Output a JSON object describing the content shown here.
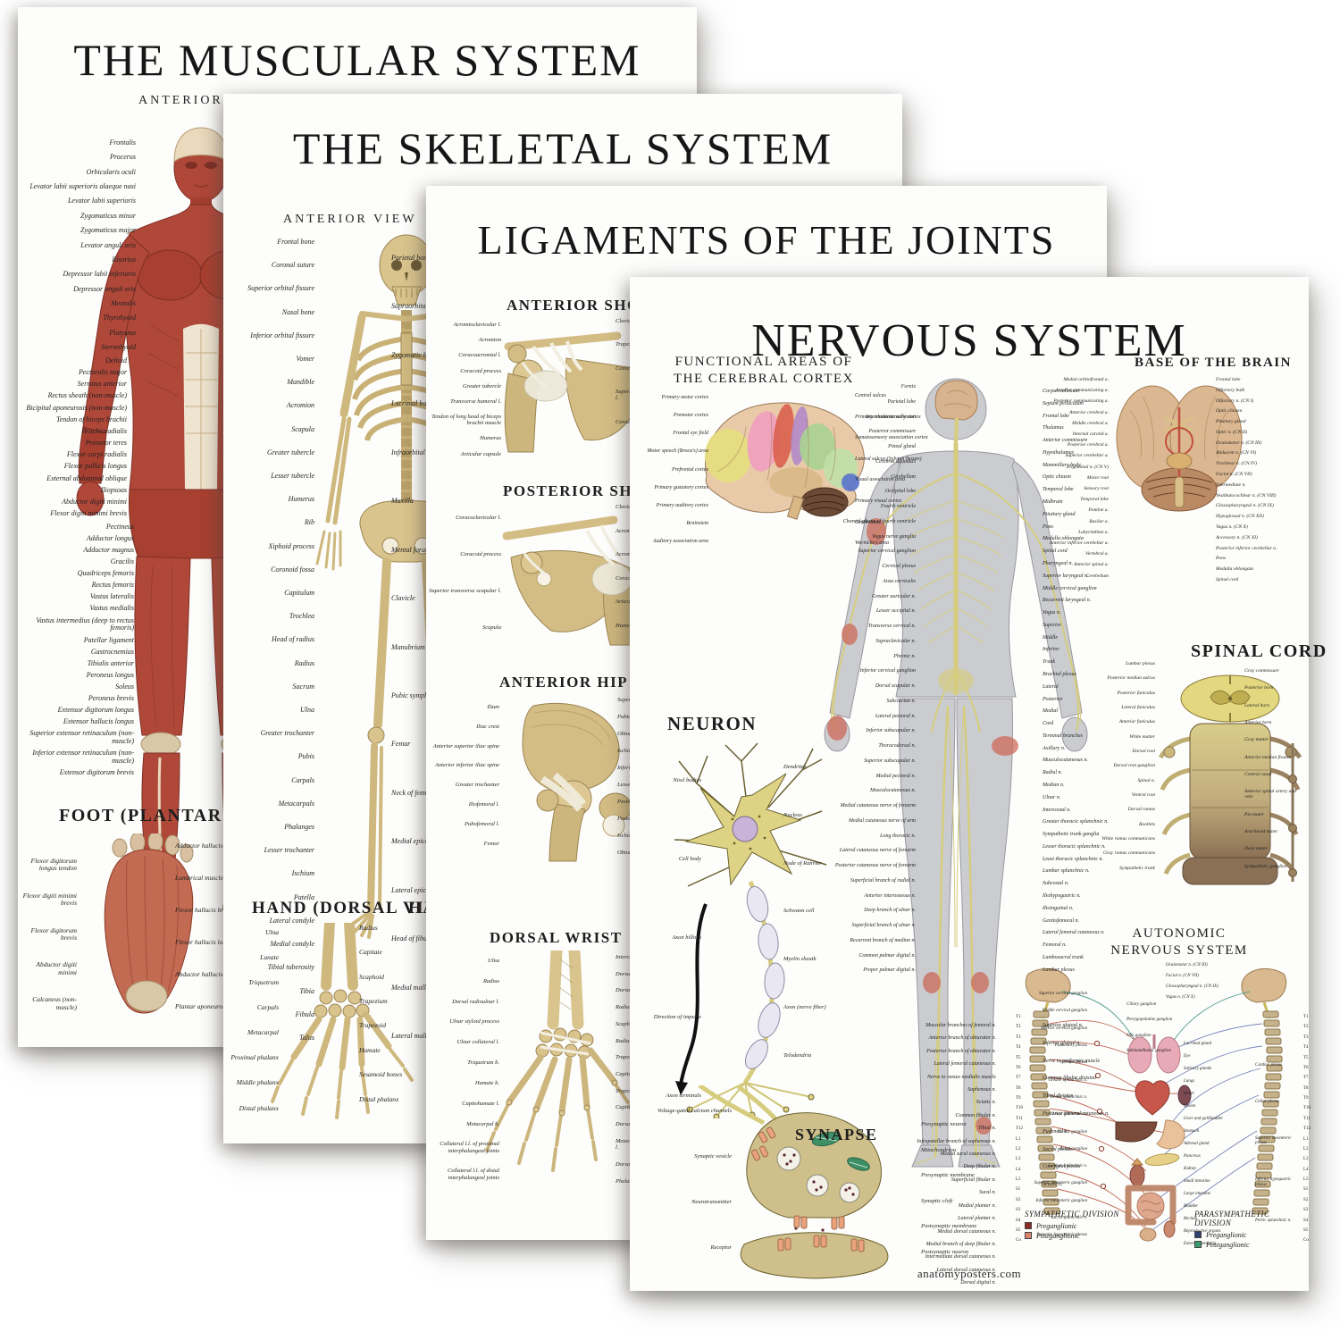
{
  "palette": {
    "poster_bg": "#fdfdfc",
    "ink": "#161616",
    "muscle_red": "#b0483a",
    "tendon_cream": "#ead9bd",
    "bone_tan": "#d4bd85",
    "nerve_yellow": "#d6cc7e",
    "body_gray": "#cbccd0",
    "brain_pink": "#ef9fbe",
    "brain_red": "#d95f4d",
    "brain_yellow": "#e6df7d",
    "brain_green": "#a9d391",
    "brain_blue": "#5f78c9",
    "sympathetic_preganglionic": "#8d2a23",
    "sympathetic_postganglionic": "#d9836c",
    "parasympathetic_preganglionic": "#31406e",
    "parasympathetic_postganglionic": "#3d9b72"
  },
  "footer": {
    "site": "anatomyposters.com"
  },
  "posters": {
    "muscular": {
      "title": "THE MUSCULAR SYSTEM",
      "subtitle": "ANTERIOR VIEW",
      "labels_head": [
        "Frontalis",
        "Procerus",
        "Orbicularis oculi",
        "Levator labii superioris alaeque nasi",
        "Levator labii superioris",
        "Zygomaticus minor",
        "Zygomaticus major",
        "Levator anguli oris",
        "Risorius",
        "Depressor labii inferioris",
        "Depressor anguli oris",
        "Mentalis",
        "Thyrohyoid",
        "Platysma",
        "Sternohyoid"
      ],
      "labels_torso": [
        "Deltoid",
        "Pectoralis major",
        "Serratus anterior",
        "Rectus sheath (non-muscle)",
        "Bicipital aponeurosis (non-muscle)",
        "Tendon of biceps brachii",
        "Brachioradialis",
        "Pronator teres",
        "Flexor carpi radialis",
        "Flexor pollicis longus",
        "External abdominal oblique",
        "Iliopsoas",
        "Abductor digiti minimi",
        "Flexor digiti minimi brevis"
      ],
      "labels_leg": [
        "Pectineus",
        "Adductor longus",
        "Adductor magnus",
        "Gracilis",
        "Quadriceps femoris",
        "Rectus femoris",
        "Vastus lateralis",
        "Vastus medialis",
        "Vastus intermedius (deep to rectus femoris)",
        "Patellar ligament",
        "Gastrocnemius",
        "Tibialis anterior",
        "Peroneus longus",
        "Soleus",
        "Peroneus brevis",
        "Extensor digitorum longus",
        "Extensor hallucis longus",
        "Superior extensor retinaculum (non-muscle)",
        "Inferior extensor retinaculum (non-muscle)",
        "Extensor digitorum brevis"
      ],
      "foot": {
        "title": "FOOT (PLANTAR VIEW)",
        "labels_left": [
          "Flexor digitorum longus tendon",
          "Flexor digiti minimi brevis",
          "Flexor digitorum brevis",
          "Abductor digiti minimi",
          "Calcaneus (non-muscle)"
        ],
        "labels_right": [
          "Adductor hallucis – transverse head",
          "Lumbrical muscles",
          "Flexor hallucis brevis",
          "Flexor hallucis longus tendon",
          "Abductor hallucis",
          "Plantar aponeurosis (non-muscle)"
        ]
      }
    },
    "skeletal": {
      "title": "THE SKELETAL SYSTEM",
      "subtitle": "ANTERIOR VIEW",
      "labels_left": [
        "Frontal bone",
        "Coronal suture",
        "Superior orbital fissure",
        "Nasal bone",
        "Inferior orbital fissure",
        "Vomer",
        "Mandible",
        "Acromion",
        "Scapula",
        "Greater tubercle",
        "Lesser tubercle",
        "Humerus",
        "Rib",
        "Xiphoid process",
        "Coronoid fossa",
        "Capitulum",
        "Trochlea",
        "Head of radius",
        "Radius",
        "Sacrum",
        "Ulna",
        "Greater trochanter",
        "Pubis",
        "Carpals",
        "Metacarpals",
        "Phalanges",
        "Lesser trochanter",
        "Ischium",
        "Patella",
        "Lateral condyle",
        "Medial condyle",
        "Tibial tuberosity",
        "Tibia",
        "Fibula",
        "Talus"
      ],
      "labels_right": [
        "Parietal bone",
        "Supraorbital fissure",
        "Zygomatic bone",
        "Lacrimal bone",
        "Infraorbital foramen",
        "Maxilla",
        "Mental foramen",
        "Clavicle",
        "Manubrium",
        "Pubic symphysis",
        "Femur",
        "Neck of femur",
        "Medial epicondyle",
        "Lateral epicondyle",
        "Head of fibula",
        "Medial malleolus",
        "Lateral malleolus"
      ],
      "hand": {
        "title": "HAND (DORSAL VIEW)",
        "title_partial": "HAND (PALMAR VIEW)",
        "labels_left": [
          "Ulna",
          "Lunate",
          "Triquetrum",
          "Carpals",
          "Metacarpal",
          "Proximal phalanx",
          "Middle phalanx",
          "Distal phalanx"
        ],
        "labels_right": [
          "Radius",
          "Capitate",
          "Scaphoid",
          "Trapezium",
          "Trapezoid",
          "Hamate",
          "Sesamoid bones",
          "Distal phalanx"
        ]
      }
    },
    "ligaments": {
      "title": "LIGAMENTS OF THE JOINTS",
      "anterior_shoulder": {
        "title": "ANTERIOR SHOULDER",
        "labels_left": [
          "Acromioclavicular l.",
          "Acromion",
          "Coracoacromial l.",
          "Coracoid process",
          "Greater tubercle",
          "Transverse humeral l.",
          "Tendon of long head of biceps brachii muscle",
          "Humerus",
          "Articular capsule"
        ],
        "labels_right": [
          "Clavicle",
          "Trapezoid l.",
          "Conoid l.",
          "Superior transverse scapular l.",
          "Coracohumeral l."
        ]
      },
      "posterior_shoulder": {
        "title": "POSTERIOR SHOULDER",
        "labels_left": [
          "Coracoclavicular l.",
          "Coracoid process",
          "Superior transverse scapular l.",
          "Scapula"
        ],
        "labels_right": [
          "Clavicle",
          "Acromioclavicular l.",
          "Acromion",
          "Coracohumeral l.",
          "Articular capsule",
          "Humerus"
        ]
      },
      "anterior_hip": {
        "title": "ANTERIOR HIP",
        "labels_left": [
          "Ilium",
          "Iliac crest",
          "Anterior superior iliac spine",
          "Anterior inferior iliac spine",
          "Greater trochanter",
          "Iliofemoral l.",
          "Pubofemoral l.",
          "Femur"
        ],
        "labels_right": [
          "Superior pubic ramus",
          "Pubic tubercle",
          "Obturator membrane",
          "Ischium",
          "Inferior pubic ramus",
          "Lesser trochanter",
          "Posterior superior iliac spine",
          "Posterior inferior iliac spine",
          "Ischial spine",
          "Obturator foramen"
        ]
      },
      "dorsal_wrist": {
        "title": "DORSAL WRIST",
        "labels_left": [
          "Ulna",
          "Radius",
          "Dorsal radioulnar l.",
          "Ulnar styloid process",
          "Ulnar collateral l.",
          "Triquetrum b.",
          "Hamate b.",
          "Capitohamate l.",
          "Metacarpal b.",
          "Collateral l.l. of proximal interphalangeal joints",
          "Collateral l.l. of distal interphalangeal joints"
        ],
        "labels_right": [
          "Interosseous membrane",
          "Dorsal radiocarpal l.",
          "Dorsal intercarpal l.",
          "Radial styloid process",
          "Scaphoid b.",
          "Radial collateral l.",
          "Trapezium b.",
          "Capitotrapezoid l.",
          "Trapezoid b.",
          "Capitate b.",
          "Dorsal carpometacarpal l.l.",
          "Metacarpophalangeal collateral l.",
          "Dorsal metacarpal l.l.",
          "Phalanges"
        ]
      }
    },
    "nervous": {
      "title": "NERVOUS SYSTEM",
      "cortex": {
        "title_line1": "FUNCTIONAL AREAS OF",
        "title_line2": "THE CEREBRAL CORTEX",
        "labels_left": [
          "Primary motor cortex",
          "Premotor cortex",
          "Frontal eye field",
          "Motor speech (Broca's) area",
          "Prefrontal cortex",
          "Primary gustatory cortex",
          "Primary auditory cortex",
          "Brainstem",
          "Auditory association area"
        ],
        "labels_right": [
          "Central sulcus",
          "Primary somatosensory cortex",
          "Somatosensory association cortex",
          "Lateral sulcus (Sylvian fissure)",
          "Visual association area",
          "Primary visual cortex",
          "Cerebellum",
          "Wernicke's area"
        ]
      },
      "base": {
        "title": "BASE OF THE BRAIN",
        "labels_left": [
          "Medial orbitofrontal a.",
          "Anterior communicating a.",
          "Posterior communicating a.",
          "Anterior cerebral a.",
          "Middle cerebral a.",
          "Internal carotid a.",
          "Posterior cerebral a.",
          "Superior cerebellar a.",
          "Trigeminal n. (CN V)",
          "Motor root",
          "Sensory root",
          "Temporal lobe",
          "Pontine a.",
          "Basilar a.",
          "Labyrinthine a.",
          "Anterior inferior cerebellar a.",
          "Vertebral a.",
          "Anterior spinal a.",
          "Cerebellum"
        ],
        "labels_right": [
          "Frontal lobe",
          "Olfactory bulb",
          "Olfactory n. (CN I)",
          "Optic chiasm",
          "Pituitary gland",
          "Optic n. (CN II)",
          "Oculomotor n. (CN III)",
          "Abducent n. (CN VI)",
          "Trochlear n. (CN IV)",
          "Facial n. (CN VII)",
          "Intermediate n.",
          "Vestibulocochlear n. (CN VIII)",
          "Glossopharyngeal n. (CN IX)",
          "Hypoglossal n. (CN XII)",
          "Vagus n. (CN X)",
          "Accessory n. (CN XI)",
          "Posterior inferior cerebellar a.",
          "Pons",
          "Medulla oblongata",
          "Spinal cord"
        ]
      },
      "body": {
        "labels_upper_left": [
          "Fornix",
          "Parietal lobe",
          "Interthalamic adhesion",
          "Posterior commissure",
          "Pineal gland",
          "Cerebral aqueduct",
          "Cerebellum",
          "Occipital lobe",
          "Fourth ventricle",
          "Choroid plexus of fourth ventricle",
          "Vagus nerve ganglia",
          "Superior cervical ganglion",
          "Cervical plexus",
          "Ansa cervicalis",
          "Greater auricular n.",
          "Lesser occipital n.",
          "Transverse cervical n.",
          "Supraclavicular n.",
          "Phrenic n.",
          "Inferior cervical ganglion",
          "Dorsal scapular n.",
          "Subclavian n.",
          "Lateral pectoral n.",
          "Inferior subscapular n.",
          "Thoracodorsal n.",
          "Superior subscapular n.",
          "Medial pectoral n.",
          "Musculocutaneous n.",
          "Medial cutaneous nerve of forearm",
          "Medial cutaneous nerve of arm",
          "Long thoracic n.",
          "Lateral cutaneous nerve of forearm",
          "Posterior cutaneous nerve of forearm",
          "Superficial branch of radial n.",
          "Anterior interosseous n.",
          "Deep branch of ulnar n.",
          "Superficial branch of ulnar n.",
          "Recurrent branch of median n.",
          "Common palmar digital n.",
          "Proper palmar digital n."
        ],
        "labels_upper_right": [
          "Corpus callosum",
          "Septum pellucidum",
          "Frontal lobe",
          "Thalamus",
          "Anterior commissure",
          "Hypothalamus",
          "Mammillary body",
          "Optic chiasm",
          "Temporal lobe",
          "Midbrain",
          "Pituitary gland",
          "Pons",
          "Medulla oblongata",
          "Spinal cord",
          "Pharyngeal n.",
          "Superior laryngeal n.",
          "Middle cervical ganglion",
          "Recurrent laryngeal n.",
          "Vagus n.",
          "Superior",
          "Middle",
          "Inferior",
          "Trunk",
          "Brachial plexus",
          "Lateral",
          "Posterior",
          "Medial",
          "Cord",
          "Terminal branches",
          "Axillary n.",
          "Musculocutaneous n.",
          "Radial n.",
          "Median n.",
          "Ulnar n.",
          "Intercostal n.",
          "Greater thoracic splanchnic n.",
          "Sympathetic trunk ganglia",
          "Lesser thoracic splanchnic n.",
          "Least thoracic splanchnic n.",
          "Lumbar splanchnic n.",
          "Subcostal n.",
          "Iliohypogastric n.",
          "Ilioinguinal n.",
          "Genitofemoral n.",
          "Lateral femoral cutaneous n.",
          "Femoral n.",
          "Lumbosacral trunk",
          "Lumbar plexus"
        ],
        "labels_lower_left": [
          "Muscular branches of femoral n.",
          "Anterior branch of obturator n.",
          "Posterior branch of obturator n.",
          "Lateral femoral cutaneous n.",
          "Nerve to vastus medialis muscle",
          "Saphenous n.",
          "Sciatic n.",
          "Common fibular n.",
          "Tibial n.",
          "Infrapatellar branch of saphenous n.",
          "Medial sural cutaneous n.",
          "Deep fibular n.",
          "Superficial fibular n.",
          "Sural n.",
          "Medial plantar n.",
          "Lateral plantar n.",
          "Medial dorsal cutaneous n.",
          "Medial branch of deep fibular n.",
          "Intermediate dorsal cutaneous n.",
          "Lateral dorsal cutaneous n.",
          "Dorsal digital n."
        ],
        "labels_lower_right": [
          "Superior gluteal n.",
          "Inferior gluteal n.",
          "Nerve to piriformis muscle",
          "Common fibular division",
          "Tibial division",
          "Posterior femoral cutaneous n.",
          "Pudendal n.",
          "Sacral plexus",
          "Coccygeal plexus",
          "Sciatic n."
        ]
      },
      "neuron": {
        "title": "NEURON",
        "labels_left": [
          "Nissl bodies",
          "Cell body",
          "Axon hillock",
          "Direction of impulse",
          "Axon terminals"
        ],
        "labels_right": [
          "Dendrites",
          "Nucleus",
          "Node of Ranvier",
          "Schwann cell",
          "Myelin sheath",
          "Axon (nerve fiber)",
          "Telodendria"
        ]
      },
      "spinal": {
        "title": "SPINAL CORD",
        "labels_left": [
          "Lumbar plexus",
          "Posterior median sulcus",
          "Posterior funiculus",
          "Lateral funiculus",
          "Anterior funiculus",
          "White matter",
          "Dorsal root",
          "Dorsal root ganglion",
          "Spinal n.",
          "Ventral root",
          "Dorsal ramus",
          "Rootlets",
          "White ramus communicans",
          "Gray ramus communicans",
          "Sympathetic trunk"
        ],
        "labels_right": [
          "Gray commissure",
          "Posterior horn",
          "Lateral horn",
          "Anterior horn",
          "Gray matter",
          "Anterior median fissure",
          "Central canal",
          "Anterior spinal artery and vein",
          "Pia mater",
          "Arachnoid mater",
          "Dura mater",
          "Sympathetic ganglion"
        ]
      },
      "synapse": {
        "title": "SYNAPSE",
        "labels_left": [
          "Voltage-gated calcium channels",
          "Synaptic vesicle",
          "Neurotransmitter",
          "Receptor"
        ],
        "labels_right": [
          "Presynaptic neuron",
          "Mitochondrion",
          "Presynaptic membrane",
          "Synaptic cleft",
          "Postsynaptic membrane",
          "Postsynaptic neuron"
        ]
      },
      "autonomic": {
        "title_line1": "AUTONOMIC",
        "title_line2": "NERVOUS SYSTEM",
        "cranial_nerves": [
          "Oculomotor n. (CN III)",
          "Facial n. (CN VII)",
          "Glossopharyngeal n. (CN IX)",
          "Vagus n. (CN X)"
        ],
        "head_ganglia": [
          "Ciliary ganglion",
          "Pterygopalatine ganglion",
          "Otic ganglion",
          "Submandibular ganglion"
        ],
        "ganglia_left": [
          "Superior cervical ganglion",
          "Middle cervical ganglion",
          "Inferior cervical ganglion",
          "Pulmonary plexus",
          "Cardiac plexus",
          "Greater splanchnic n.",
          "Lesser splanchnic n.",
          "Least splanchnic n.",
          "Celiac ganglion",
          "Renal ganglion",
          "Lumbar splanchnic n.",
          "Superior mesenteric ganglion",
          "Inferior mesenteric ganglion",
          "Sacral splanchnic n.",
          "Superior hypogastric plexus"
        ],
        "organs": [
          "Lacrimal gland",
          "Eye",
          "Salivary glands",
          "Lungs",
          "Heart",
          "Spleen",
          "Liver and gallbladder",
          "Stomach",
          "Adrenal gland",
          "Pancreas",
          "Kidney",
          "Small intestine",
          "Large intestine",
          "Bladder",
          "Rectum",
          "Reproductive organs",
          "External genitalia"
        ],
        "plexuses_right": [
          "Cardiac plexus",
          "Celiac plexus",
          "Superior mesenteric plexus",
          "Inferior hypogastric plexus",
          "Pelvic splanchnic n."
        ],
        "spine_levels": [
          "T1",
          "T2",
          "T3",
          "T4",
          "T5",
          "T6",
          "T7",
          "T8",
          "T9",
          "T10",
          "T11",
          "T12",
          "L1",
          "L2",
          "L3",
          "L4",
          "L5",
          "S1",
          "S2",
          "S3",
          "S4",
          "S5",
          "Co"
        ]
      },
      "legend": {
        "sympathetic": {
          "title": "SYMPATHETIC DIVISION",
          "pre": "Preganglionic",
          "post": "Postganglionic"
        },
        "parasympathetic": {
          "title": "PARASYMPATHETIC DIVISION",
          "pre": "Preganglionic",
          "post": "Postganglionic"
        }
      }
    }
  }
}
